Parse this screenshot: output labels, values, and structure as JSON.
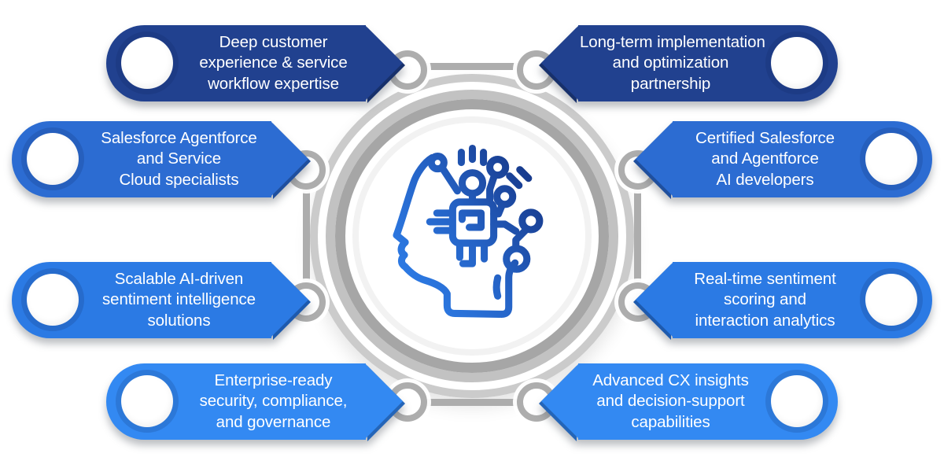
{
  "background_color": "#FFFFFF",
  "center_hub": {
    "icon": "ai-head-circuit-icon",
    "icon_gradient_start": "#2F82EE",
    "icon_gradient_mid": "#2563C6",
    "icon_gradient_end": "#14307E",
    "ring_color_outer": "#CBCBCB",
    "ring_color_light": "#C2C2C2",
    "ring_color_dark": "#A6A6A6",
    "connector_color": "#ADADAD"
  },
  "badges": [
    {
      "position": "top-left",
      "color": "#21418F",
      "color_dark": "#17306B",
      "lines": [
        "Deep customer",
        "experience & service",
        "workflow expertise"
      ]
    },
    {
      "position": "top-right",
      "color": "#21418F",
      "color_dark": "#17306B",
      "lines": [
        "Long-term implementation",
        "and optimization",
        "partnership"
      ]
    },
    {
      "position": "upper-left",
      "color": "#2C6CD2",
      "color_dark": "#1F4F9E",
      "lines": [
        "Salesforce Agentforce",
        "and Service",
        "Cloud specialists"
      ]
    },
    {
      "position": "upper-right",
      "color": "#2C6CD2",
      "color_dark": "#1F4F9E",
      "lines": [
        "Certified Salesforce",
        "and Agentforce",
        "AI developers"
      ]
    },
    {
      "position": "lower-left",
      "color": "#2B7AE4",
      "color_dark": "#1D5AAE",
      "lines": [
        "Scalable AI-driven",
        "sentiment intelligence",
        "solutions"
      ]
    },
    {
      "position": "lower-right",
      "color": "#2B7AE4",
      "color_dark": "#1D5AAE",
      "lines": [
        "Real-time sentiment",
        "scoring and",
        "interaction analytics"
      ]
    },
    {
      "position": "bottom-left",
      "color": "#3389F2",
      "color_dark": "#2465B8",
      "lines": [
        "Enterprise-ready",
        "security, compliance,",
        "and governance"
      ]
    },
    {
      "position": "bottom-right",
      "color": "#3389F2",
      "color_dark": "#2465B8",
      "lines": [
        "Advanced CX insights",
        "and decision-support",
        "capabilities"
      ]
    }
  ]
}
